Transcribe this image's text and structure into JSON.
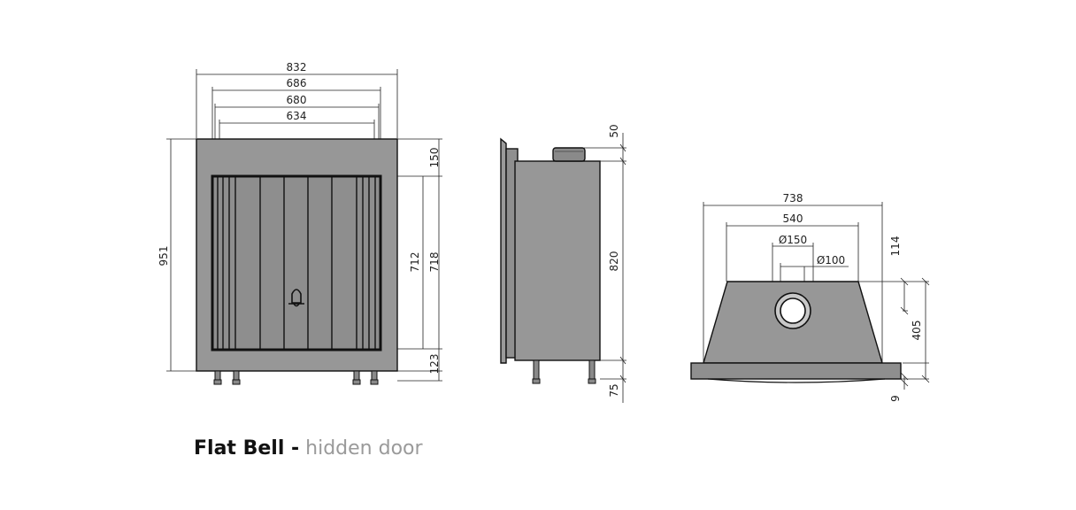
{
  "caption": {
    "model": "Flat Bell -",
    "subtitle": "hidden door"
  },
  "colors": {
    "body": "#979797",
    "outline": "#111111",
    "line": "#222222",
    "subtitle": "#9a9a9a"
  },
  "front_view": {
    "widths": [
      "832",
      "686",
      "680",
      "634"
    ],
    "heights": {
      "overall": "951",
      "top": "150",
      "glass": "712",
      "door": "718",
      "bottom": "123"
    },
    "handle": "bell-handle-icon"
  },
  "side_view": {
    "flue_height": "50",
    "body_height": "820",
    "legs": "75"
  },
  "top_view": {
    "width": "738",
    "inner": "540",
    "flue_outer": "Ø150",
    "flue_inner": "Ø100",
    "offset": "114",
    "depth": "405",
    "base": "9"
  }
}
